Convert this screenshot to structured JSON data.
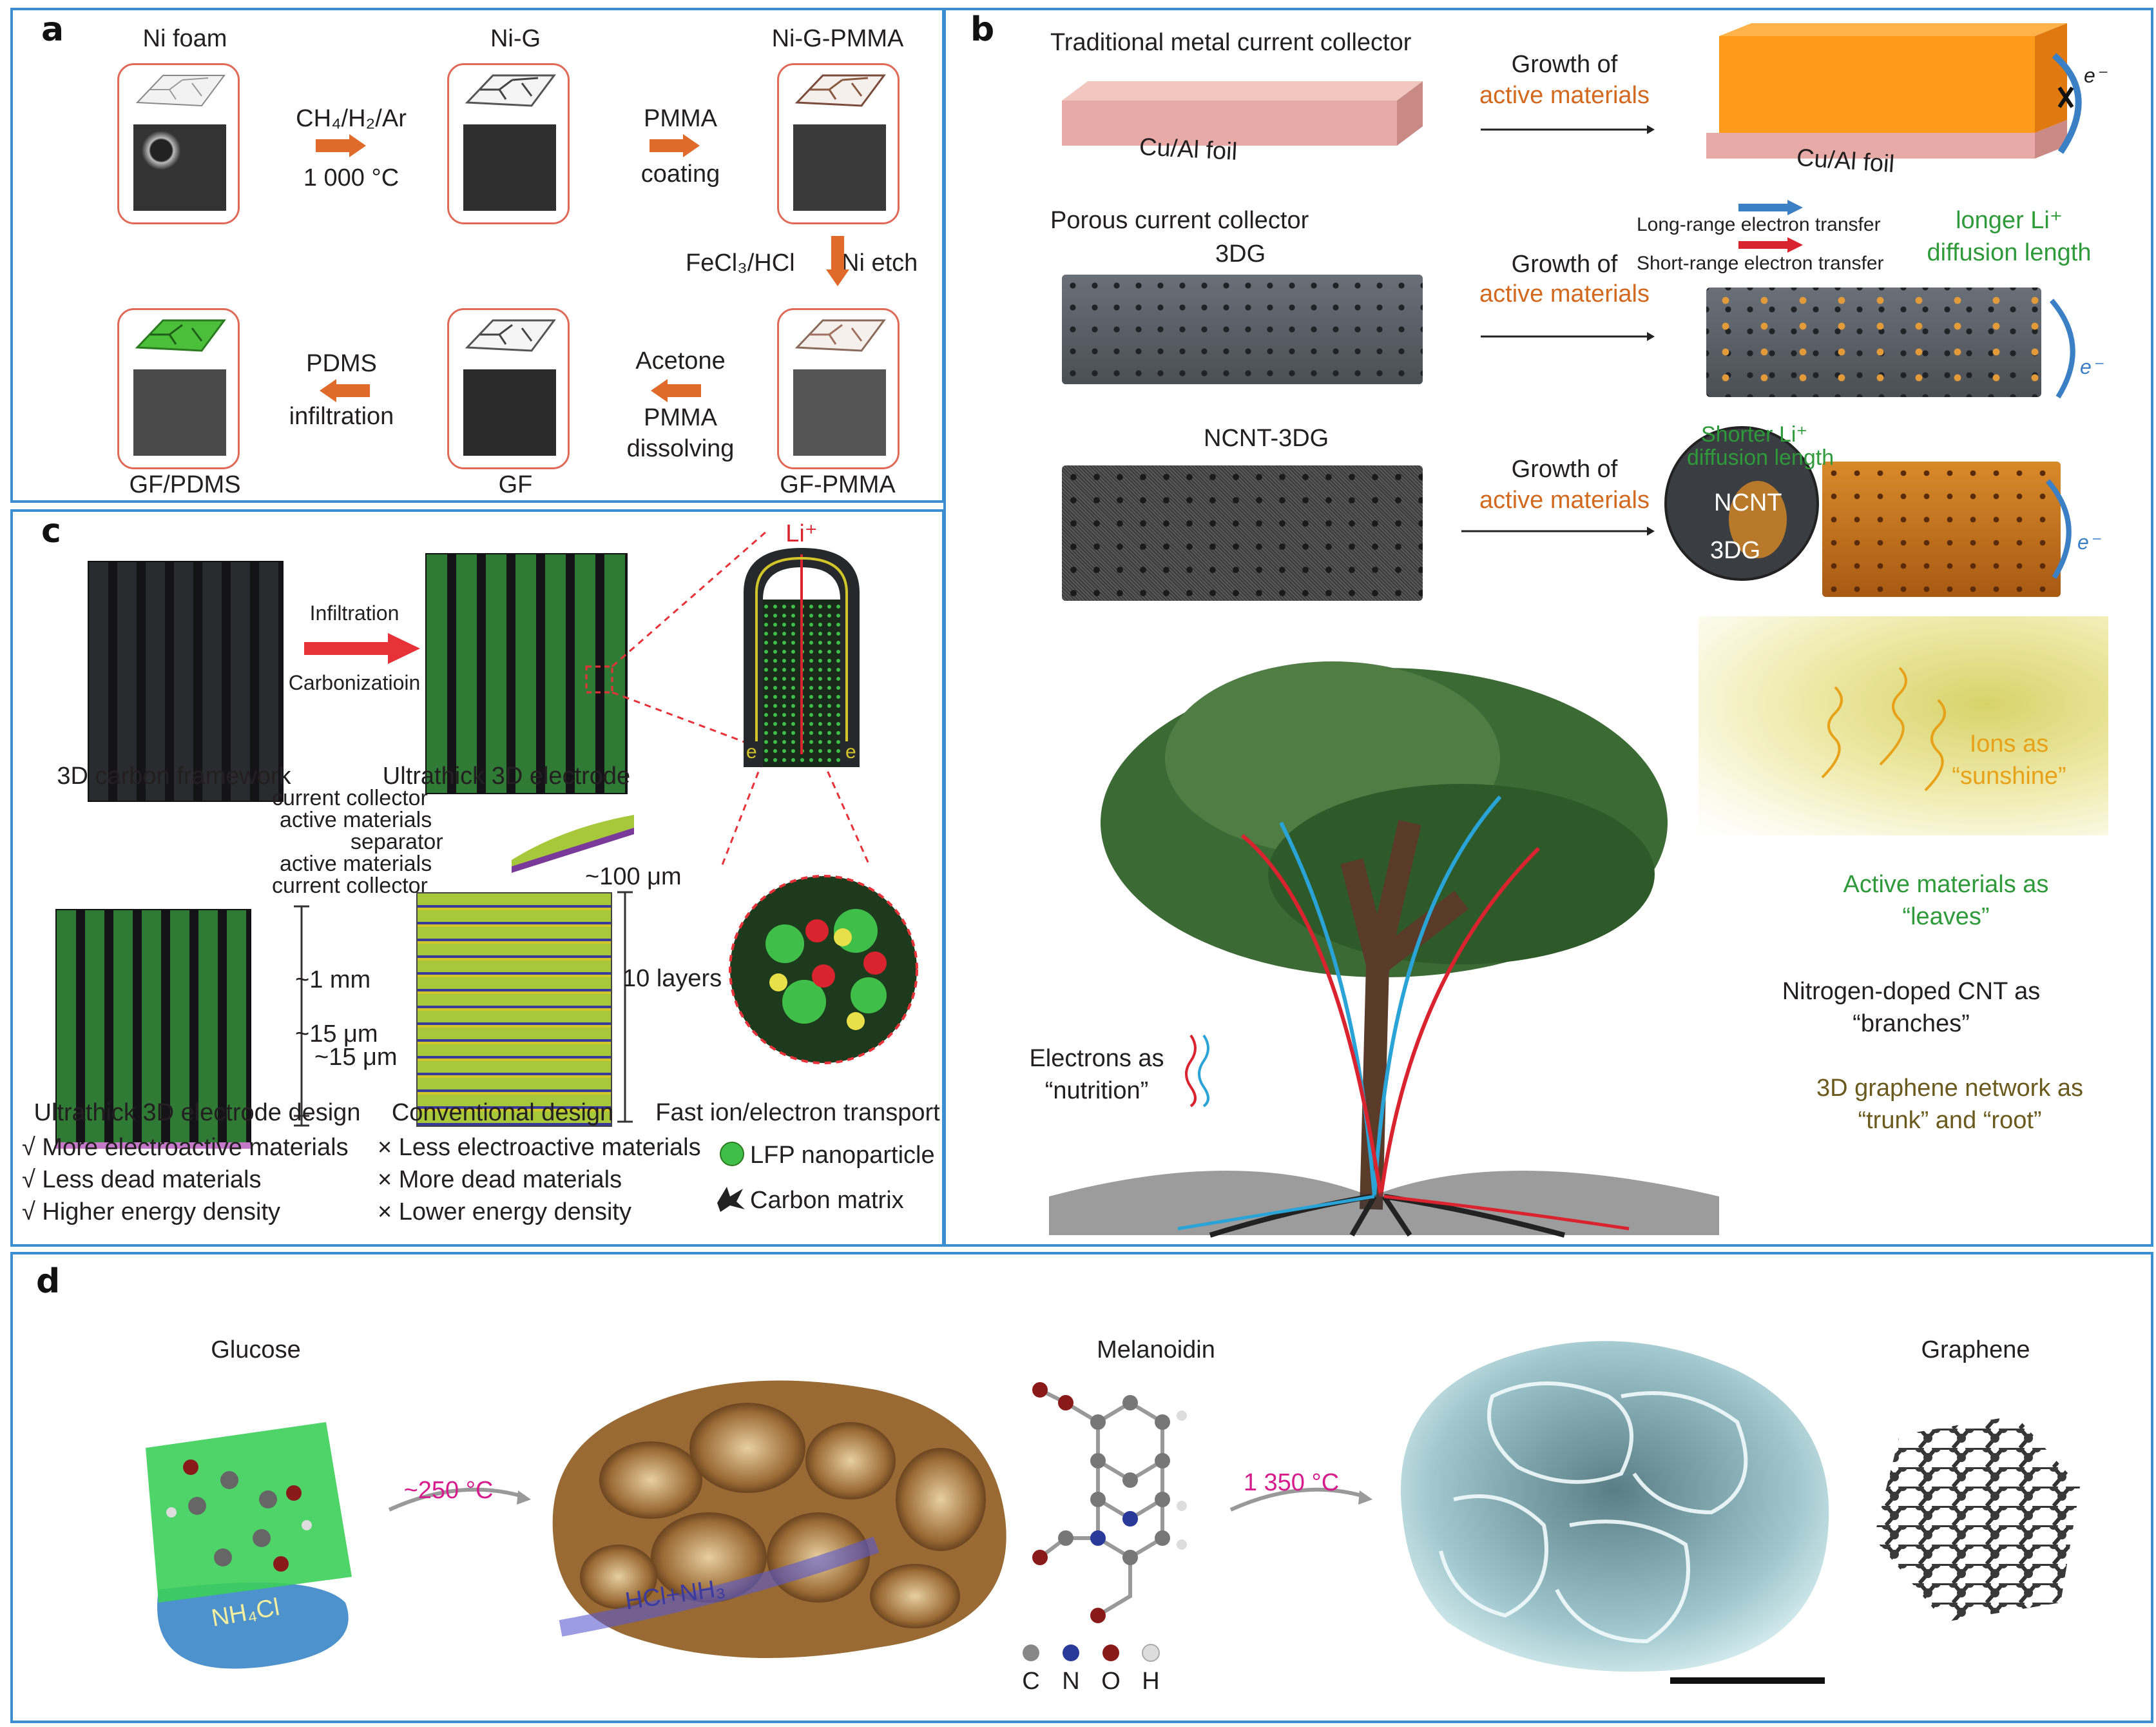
{
  "panels": {
    "a": {
      "label": "a",
      "nodes": [
        "Ni foam",
        "Ni-G",
        "Ni-G-PMMA",
        "GF-PMMA",
        "GF",
        "GF/PDMS"
      ],
      "step1": {
        "line1": "CH₄/H₂/Ar",
        "line2": "1 000 °C"
      },
      "step2": {
        "line1": "PMMA",
        "line2": "coating"
      },
      "step3": {
        "line1": "FeCl₃/HCl",
        "line2": "Ni etch"
      },
      "step4": {
        "line1": "Acetone",
        "line2": "PMMA",
        "line3": "dissolving"
      },
      "step5": {
        "line1": "PDMS",
        "line2": "infiltration"
      }
    },
    "b": {
      "label": "b",
      "row1": {
        "title": "Traditional metal current collector",
        "foil": "Cu/Al foil",
        "foil2": "Cu/Al foil",
        "electron": "e⁻"
      },
      "growth": {
        "line1": "Growth of",
        "line2": "active materials"
      },
      "row2": {
        "title": "Porous current collector",
        "sub": "3DG",
        "long": "Long-range electron transfer",
        "short": "Short-range electron transfer",
        "li1": "longer Li⁺",
        "li2": "diffusion length",
        "electron": "e⁻"
      },
      "row3": {
        "title": "NCNT-3DG",
        "shorter1": "Shorter Li⁺",
        "shorter2": "diffusion length",
        "ncnt": "NCNT",
        "dg": "3DG",
        "electron": "e⁻"
      },
      "tree": {
        "ions1": "Ions as",
        "ions2": "“sunshine”",
        "leaves1": "Active materials as",
        "leaves2": "“leaves”",
        "branches1": "Nitrogen-doped CNT as",
        "branches2": "“branches”",
        "trunk1": "3D graphene network as",
        "trunk2": "“trunk” and “root”",
        "elec1": "Electrons as",
        "elec2": "“nutrition”"
      }
    },
    "c": {
      "label": "c",
      "li": "Li⁺",
      "infiltration": "Infiltration",
      "carbonization": "Carbonizatioin",
      "framework": "3D carbon framework",
      "ultrathick": "Ultrathick 3D electrode",
      "layers": [
        "current collector",
        "active materials",
        "separator",
        "active materials",
        "current collector"
      ],
      "dim100": "~100 μm",
      "dim1mm": "~1 mm",
      "dim15a": "~15 μm",
      "dim15b": "~15 μm",
      "tenlayers": "10 layers",
      "e": "e",
      "cap_design": "Ultrathick 3D electrode design",
      "cap_conv": "Conventional design",
      "cap_fast": "Fast ion/electron transport",
      "pros": [
        "√ More electroactive materials",
        "√ Less dead materials",
        "√ Higher energy density"
      ],
      "cons": [
        "× Less electroactive materials",
        "× More dead materials",
        "× Lower energy density"
      ],
      "legend_lfp": "LFP nanoparticle",
      "legend_carbon": "Carbon matrix"
    },
    "d": {
      "label": "d",
      "glucose": "Glucose",
      "nh4cl": "NH₄Cl",
      "temp1": "~250 °C",
      "gas": "HCl+NH₃",
      "melanoidin": "Melanoidin",
      "atoms": [
        "C",
        "N",
        "O",
        "H"
      ],
      "temp2": "1 350 °C",
      "graphene": "Graphene"
    }
  },
  "colors": {
    "frame": "#3b8fd1",
    "orange": "#d2691e",
    "green": "#2e9a3a",
    "olive": "#6b5a1e",
    "gold": "#e8a21a",
    "magenta": "#d61c8c",
    "red": "#d9232e"
  }
}
